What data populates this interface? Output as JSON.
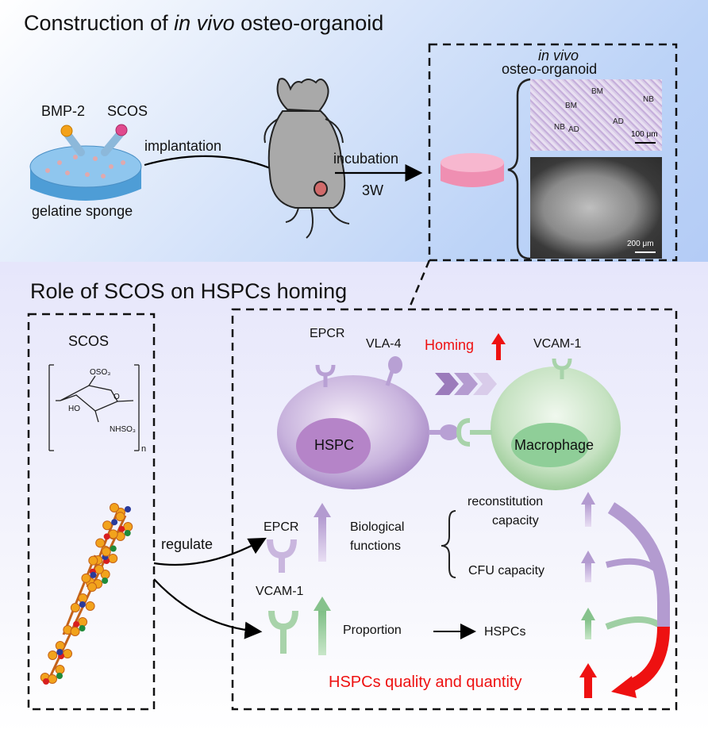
{
  "top_panel": {
    "title_prefix": "Construction of ",
    "title_italic": "in vivo",
    "title_suffix": " osteo-organoid",
    "bmp2_label": "BMP-2",
    "scos_label": "SCOS",
    "sponge_label": "gelatine sponge",
    "implantation_label": "implantation",
    "incubation_label": "incubation",
    "duration_label": "3W",
    "organoid_italic": "in vivo",
    "organoid_label": "osteo-organoid",
    "micro_labels": [
      "BM",
      "BM",
      "NB",
      "NB",
      "AD",
      "AD"
    ],
    "histology_scale": "100 μm",
    "ct_scale": "200 μm"
  },
  "bottom_panel": {
    "title": "Role of SCOS on HSPCs homing",
    "scos_box_title": "SCOS",
    "struct_oso3": "OSO₃",
    "struct_ho": "HO",
    "struct_o": "O",
    "struct_nhso3": "NHSO₃",
    "struct_n": "n",
    "regulate_label": "regulate",
    "epcr_top": "EPCR",
    "vla4": "VLA-4",
    "homing": "Homing",
    "vcam1_top": "VCAM-1",
    "hspc": "HSPC",
    "macrophage": "Macrophage",
    "epcr_mid": "EPCR",
    "bio_functions_1": "Biological",
    "bio_functions_2": "functions",
    "reconstitution_1": "reconstitution",
    "reconstitution_2": "capacity",
    "cfu": "CFU capacity",
    "vcam1_mid": "VCAM-1",
    "proportion": "Proportion",
    "hspcs": "HSPCs",
    "quality": "HSPCs quality and quantity"
  },
  "colors": {
    "purple": "#b89bd0",
    "green": "#94c99a",
    "red": "#ee1111"
  }
}
